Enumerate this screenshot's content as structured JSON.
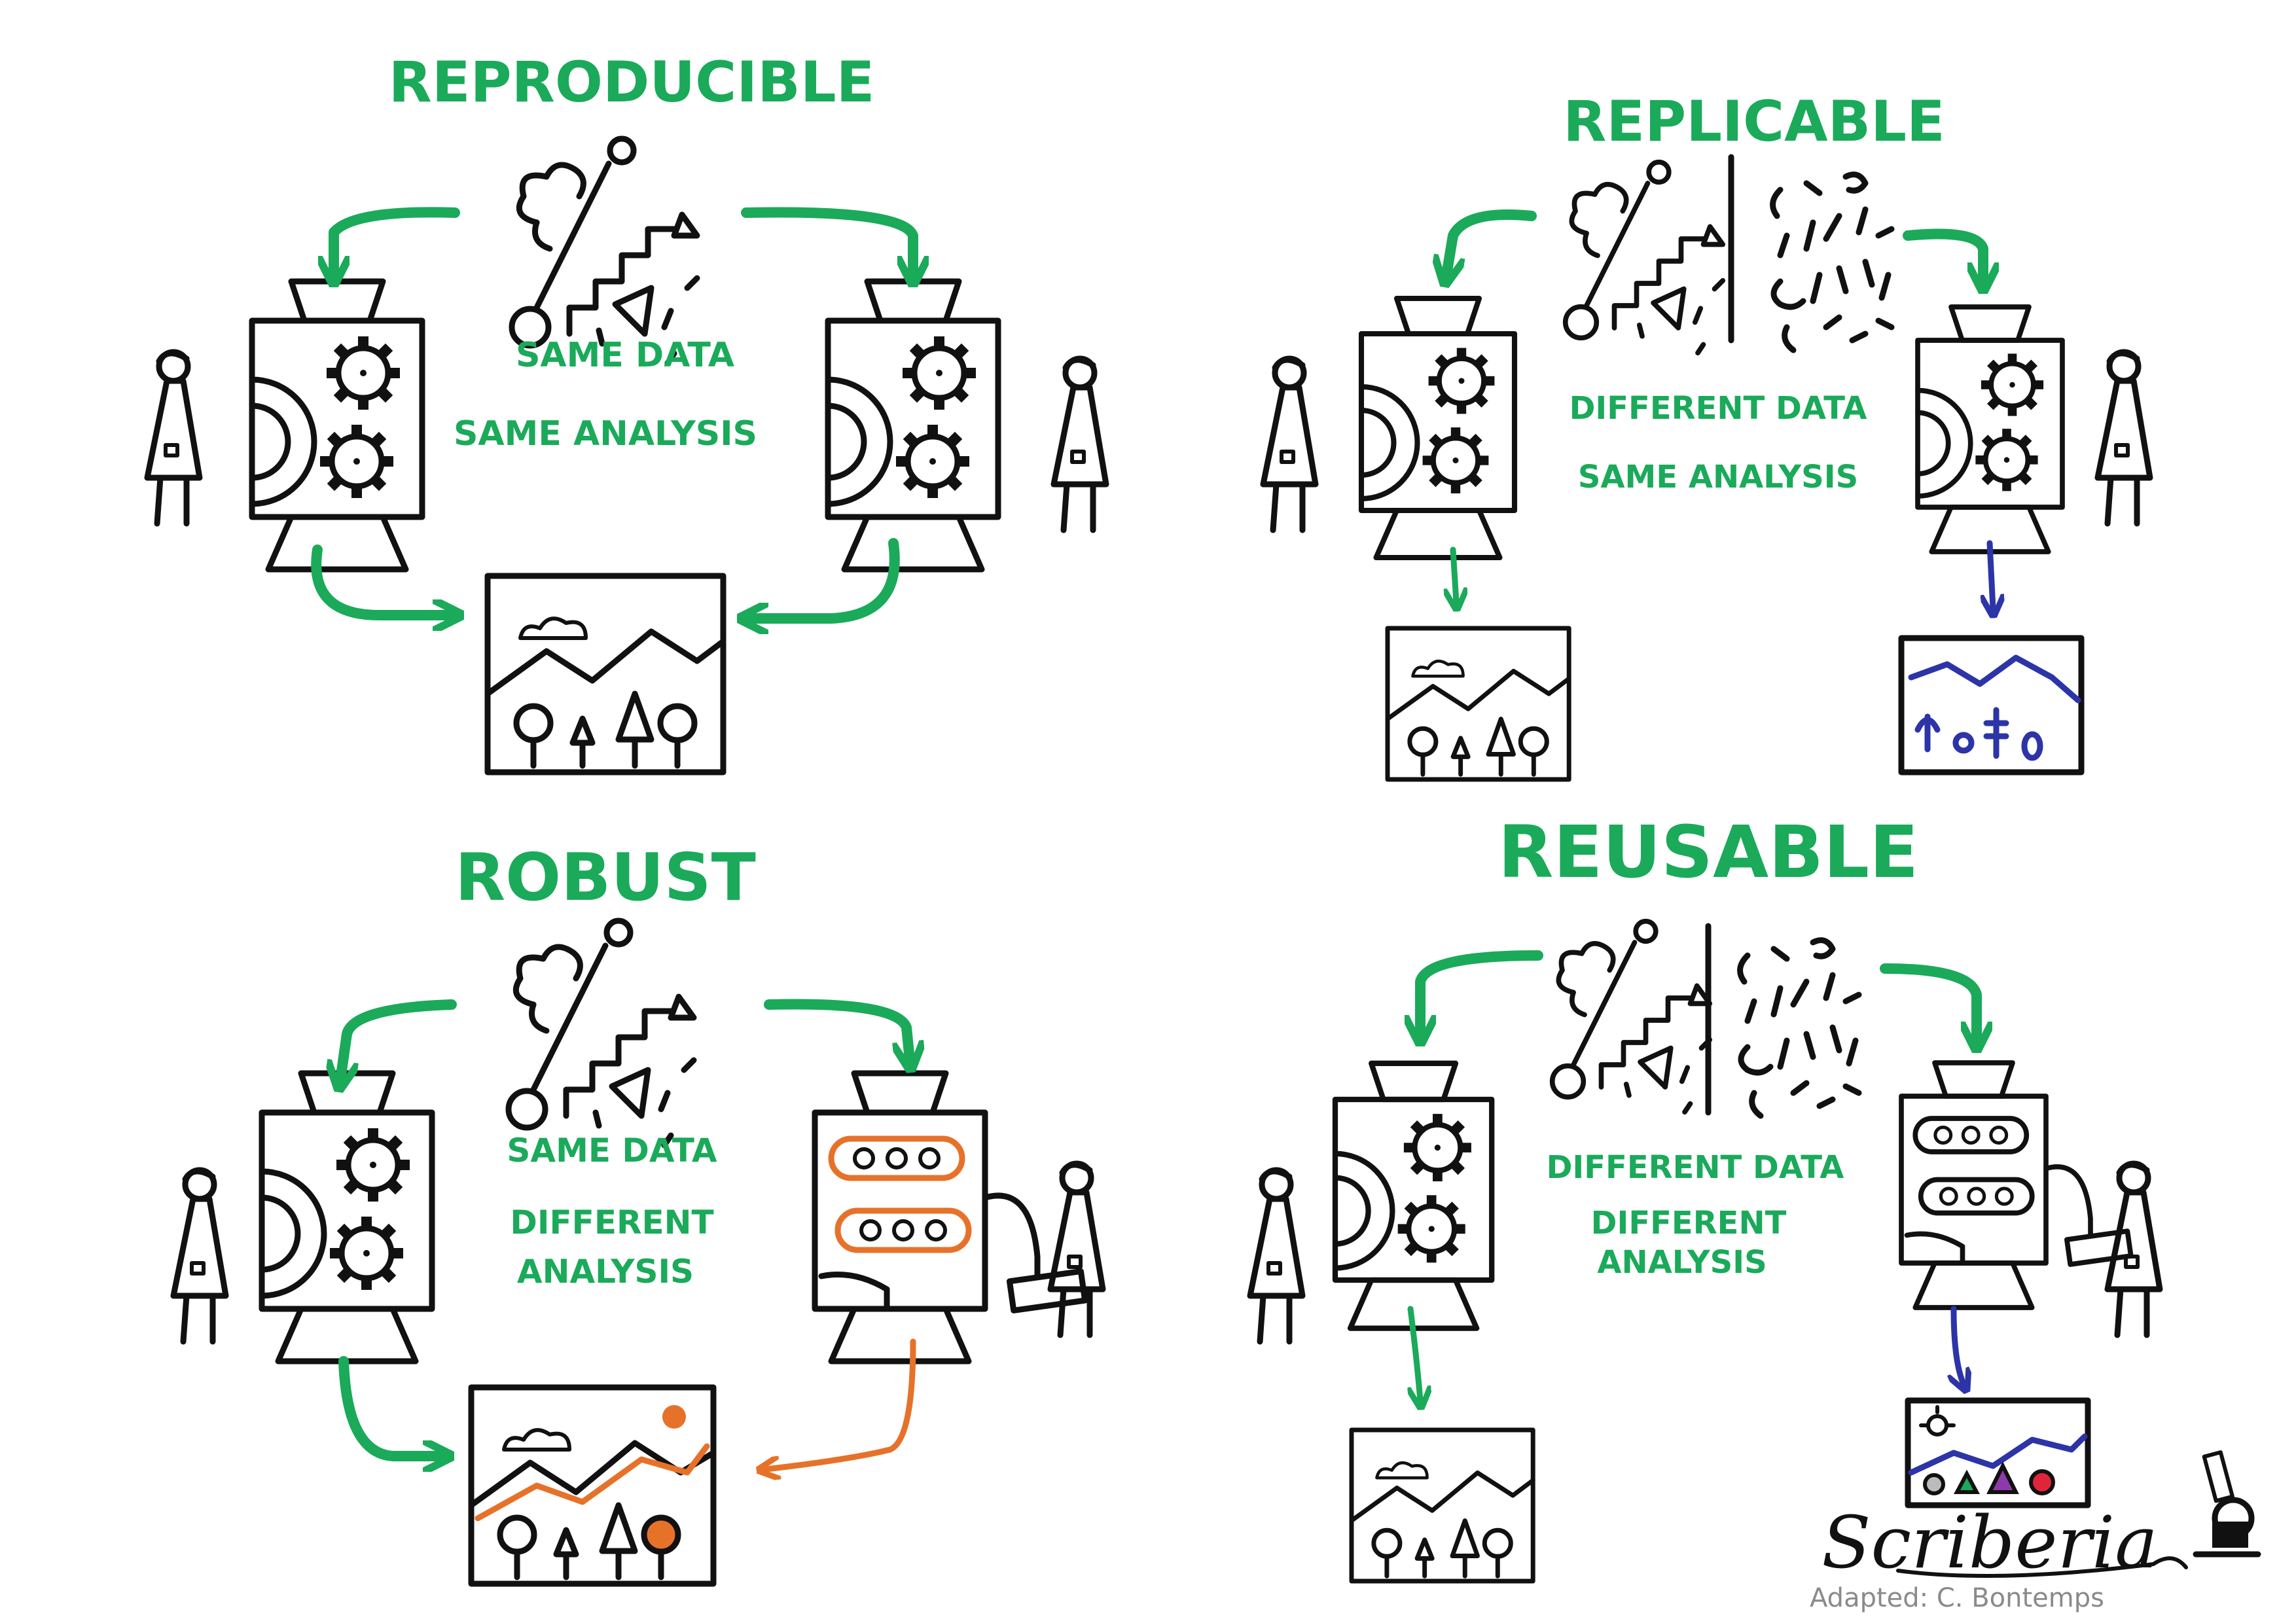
{
  "colors": {
    "ink": "#111111",
    "accent_green": "#1aaa5a",
    "replicate_blue": "#2c34a8",
    "robust_orange": "#e6722a",
    "credit_grey": "#8a8a8a"
  },
  "panels": {
    "reproducible": {
      "title": "REPRODUCIBLE",
      "data_label": "SAME DATA",
      "analysis_label": "SAME ANALYSIS"
    },
    "replicable": {
      "title": "REPLICABLE",
      "data_label": "DIFFERENT DATA",
      "analysis_label": "SAME ANALYSIS"
    },
    "robust": {
      "title": "ROBUST",
      "data_label": "SAME DATA",
      "analysis_label_line1": "DIFFERENT",
      "analysis_label_line2": "ANALYSIS"
    },
    "reusable": {
      "title": "REUSABLE",
      "data_label": "DIFFERENT DATA",
      "analysis_label_line1": "DIFFERENT",
      "analysis_label_line2": "ANALYSIS"
    }
  },
  "branding": {
    "logo_text": "Scriberia",
    "credit": "Adapted: C. Bontemps"
  },
  "icons": [
    "data-shapes-icon",
    "machine-icon",
    "gear-icon",
    "conveyor-icon",
    "person-icon",
    "result-picture-icon",
    "arrow-icon",
    "microscope-icon"
  ]
}
